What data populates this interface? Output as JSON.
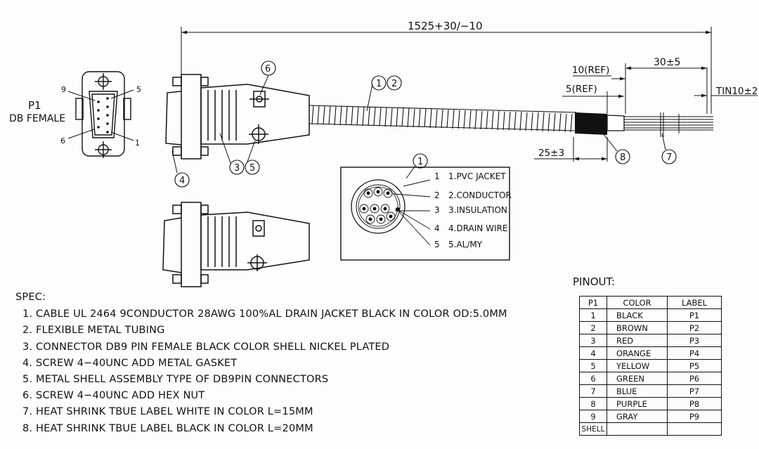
{
  "connector": {
    "ref": "P1",
    "type": "DB FEMALE",
    "pin_labels": [
      "9",
      "5",
      "6",
      "1"
    ]
  },
  "dimensions": {
    "overall_length": "1525+30/−10",
    "ref10": "10(REF)",
    "ref5": "5(REF)",
    "strip": "30±5",
    "tin": "TIN10±2",
    "heatshrink": "25±3"
  },
  "callouts": [
    "6",
    "1",
    "2",
    "4",
    "3",
    "5",
    "8",
    "7",
    "1"
  ],
  "cross_section": {
    "callout": "1",
    "legend": [
      {
        "num": "1",
        "label": "1.PVC JACKET"
      },
      {
        "num": "2",
        "label": "2.CONDUCTOR"
      },
      {
        "num": "3",
        "label": "3.INSULATION"
      },
      {
        "num": "4",
        "label": "4.DRAIN WIRE"
      },
      {
        "num": "5",
        "label": "5.AL/MY"
      }
    ]
  },
  "spec": {
    "title": "SPEC:",
    "items": [
      "1. CABLE UL 2464 9CONDUCTOR 28AWG 100%AL DRAIN JACKET BLACK IN COLOR OD:5.0MM",
      "2. FLEXIBLE METAL TUBING",
      "3. CONNECTOR DB9 PIN FEMALE BLACK COLOR SHELL NICKEL PLATED",
      "4. SCREW 4−40UNC ADD METAL GASKET",
      "5. METAL SHELL ASSEMBLY TYPE OF DB9PIN CONNECTORS",
      "6. SCREW 4−40UNC ADD HEX NUT",
      "7. HEAT SHRINK TBUE LABEL WHITE IN COLOR L=15MM",
      "8. HEAT SHRINK TBUE LABEL BLACK IN COLOR L=20MM"
    ]
  },
  "pinout": {
    "title": "PINOUT:",
    "headers": [
      "P1",
      "COLOR",
      "LABEL"
    ],
    "rows": [
      [
        "1",
        "BLACK",
        "P1"
      ],
      [
        "2",
        "BROWN",
        "P2"
      ],
      [
        "3",
        "RED",
        "P3"
      ],
      [
        "4",
        "ORANGE",
        "P4"
      ],
      [
        "5",
        "YELLOW",
        "P5"
      ],
      [
        "6",
        "GREEN",
        "P6"
      ],
      [
        "7",
        "BLUE",
        "P7"
      ],
      [
        "8",
        "PURPLE",
        "P8"
      ],
      [
        "9",
        "GRAY",
        "P9"
      ],
      [
        "SHELL",
        "",
        ""
      ]
    ]
  }
}
